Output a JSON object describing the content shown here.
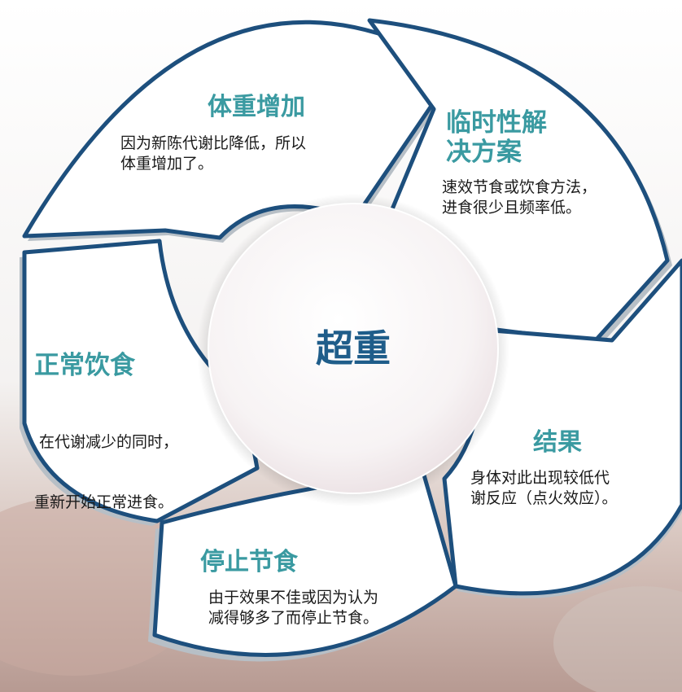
{
  "center": {
    "label": "超重"
  },
  "colors": {
    "ring_stroke": "#1d4f7d",
    "band": "#b7bfc6",
    "title": "#3a9aa1",
    "center_text": "#1f5d8a"
  },
  "segments": [
    {
      "title_lines": [
        "体重增加"
      ],
      "desc_lines": [
        "因为新陈代谢比降低，所以",
        "体重增加了。"
      ]
    },
    {
      "title_lines": [
        "临时性解",
        "决方案"
      ],
      "desc_lines": [
        "速效节食或饮食方法，",
        "进食很少且频率低。"
      ]
    },
    {
      "title_lines": [
        "结果"
      ],
      "desc_lines": [
        "身体对此出现较低代",
        "谢反应（点火效应）。"
      ]
    },
    {
      "title_lines": [
        "停止节食"
      ],
      "desc_lines": [
        "由于效果不佳或因为认为",
        "减得够多了而停止节食。"
      ]
    },
    {
      "title_lines": [
        "正常饮食"
      ],
      "desc_lines": [
        " 在代谢减少的同时，",
        "重新开始正常进食。"
      ]
    }
  ]
}
